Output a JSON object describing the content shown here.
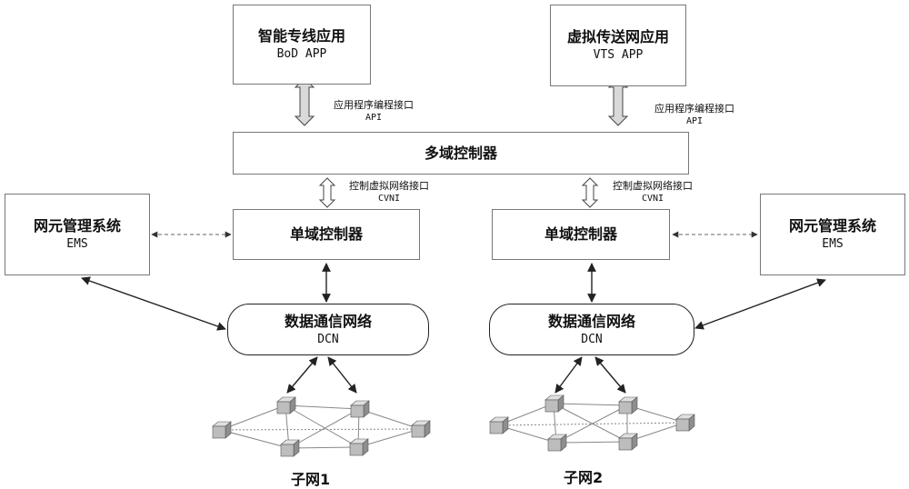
{
  "apps": [
    {
      "name_zh": "智能专线应用",
      "name_en": "BoD APP"
    },
    {
      "name_zh": "虚拟传送网应用",
      "name_en": "VTS APP"
    }
  ],
  "api": {
    "label_zh": "应用程序编程接口",
    "label_en": "API"
  },
  "multi_controller": {
    "label": "多域控制器"
  },
  "cvni": {
    "label_zh": "控制虚拟网络接口",
    "label_en": "CVNI"
  },
  "single_controller": {
    "label": "单域控制器"
  },
  "ems": {
    "label_zh": "网元管理系统",
    "label_en": "EMS"
  },
  "dcn": {
    "label_zh": "数据通信网络",
    "label_en": "DCN"
  },
  "subnets": [
    {
      "label": "子网1"
    },
    {
      "label": "子网2"
    }
  ],
  "colors": {
    "line": "#222222",
    "box_border": "#777777",
    "dashed": "#666666",
    "node_fill": "#bdbdbd",
    "arrow_fill": "#d9d9d9"
  }
}
